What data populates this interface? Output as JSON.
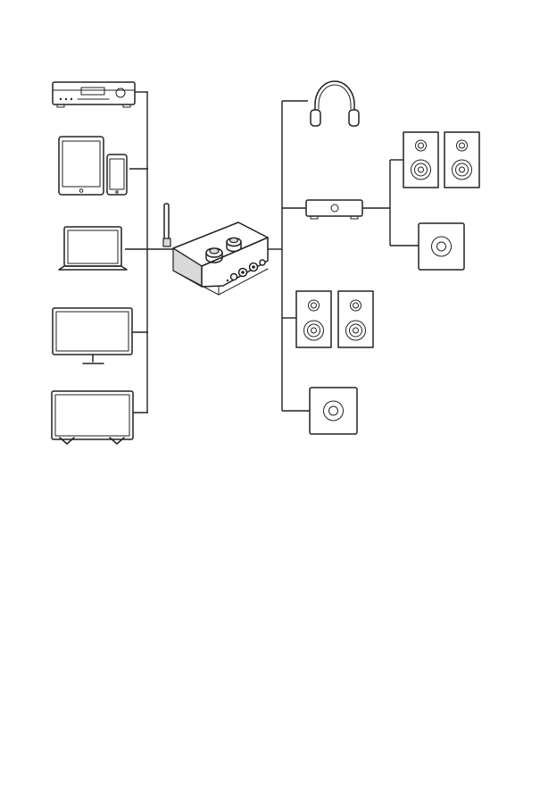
{
  "colors": {
    "stroke": "#222222",
    "background": "#ffffff"
  },
  "inputs": [
    {
      "id": "cd-player",
      "icon": "cd-player-icon"
    },
    {
      "id": "tablet-phone",
      "icon": "tablet-phone-icon"
    },
    {
      "id": "laptop",
      "icon": "laptop-icon"
    },
    {
      "id": "monitor",
      "icon": "monitor-icon"
    },
    {
      "id": "tv",
      "icon": "tv-icon"
    }
  ],
  "hub": {
    "id": "bluetooth-amplifier",
    "icon": "amplifier-with-antenna-icon"
  },
  "outputs": [
    {
      "id": "headphones",
      "icon": "headphones-icon"
    },
    {
      "id": "power-amplifier",
      "icon": "power-amplifier-icon",
      "outputs": [
        {
          "id": "passive-speakers-pair",
          "icon": "speaker-pair-icon"
        },
        {
          "id": "subwoofer-small",
          "icon": "subwoofer-icon"
        }
      ]
    },
    {
      "id": "active-speakers-pair",
      "icon": "speaker-pair-icon"
    },
    {
      "id": "subwoofer",
      "icon": "subwoofer-icon"
    }
  ]
}
